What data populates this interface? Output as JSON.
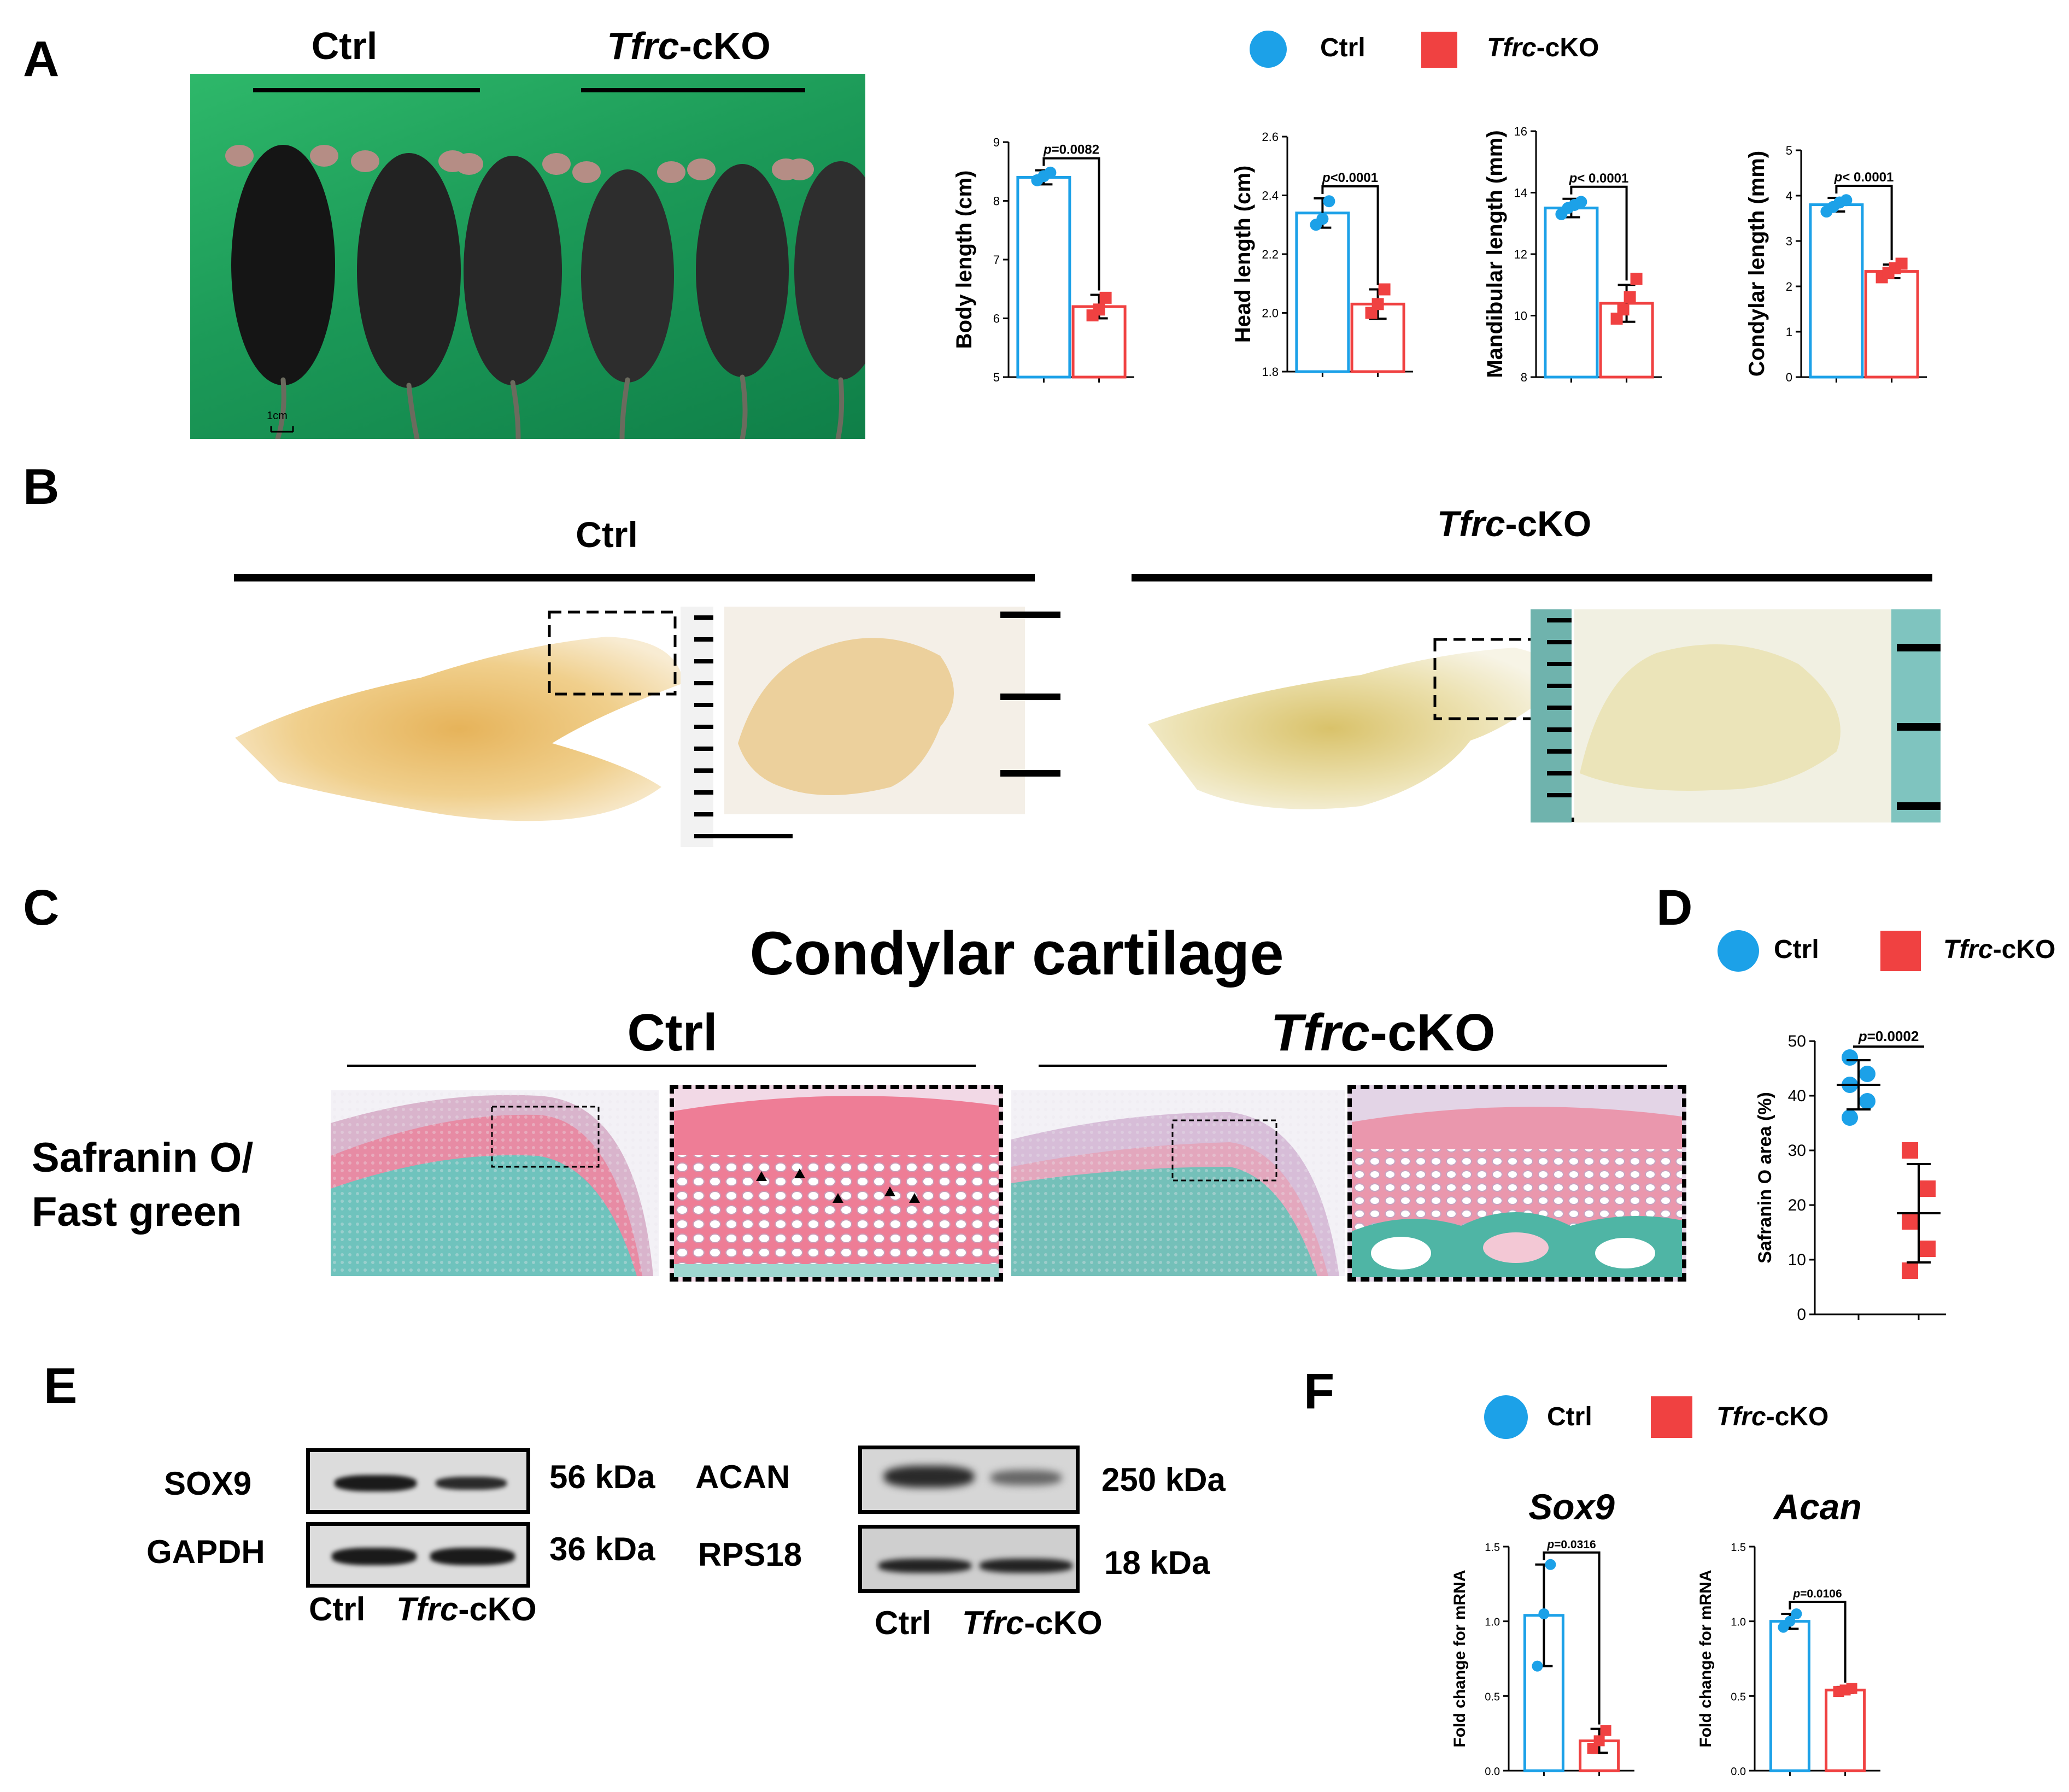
{
  "panels": {
    "a": "A",
    "b": "B",
    "c": "C",
    "d": "D",
    "e": "E",
    "f": "F"
  },
  "groups": {
    "ctrl": "Ctrl",
    "ko_italic": "Tfrc",
    "ko_suffix": "-cKO"
  },
  "colors": {
    "ctrl": "#1ca1e8",
    "ko": "#f04141"
  },
  "panel_a": {
    "scale_bar": "1cm",
    "charts": [
      {
        "type": "bar",
        "ylabel": "Body length (cm)",
        "ylim": [
          5,
          9
        ],
        "yticks": [
          "5",
          "6",
          "7",
          "8",
          "9"
        ],
        "categories": [
          "Ctrl",
          "Tfrc-cKO"
        ],
        "values": [
          8.4,
          6.2
        ],
        "errors": [
          0.12,
          0.2
        ],
        "points": [
          [
            8.35,
            8.42,
            8.48
          ],
          [
            6.05,
            6.15,
            6.35
          ]
        ],
        "p_italic": "p",
        "p_rest": "=0.0082"
      },
      {
        "type": "bar",
        "ylabel": "Head length (cm)",
        "ylim": [
          1.8,
          2.6
        ],
        "yticks": [
          "1.8",
          "2.0",
          "2.2",
          "2.4",
          "2.6"
        ],
        "categories": [
          "Ctrl",
          "Tfrc-cKO"
        ],
        "values": [
          2.34,
          2.03
        ],
        "errors": [
          0.05,
          0.05
        ],
        "points": [
          [
            2.3,
            2.32,
            2.38
          ],
          [
            2.0,
            2.03,
            2.08
          ]
        ],
        "p_italic": "p",
        "p_rest": "<0.0001"
      },
      {
        "type": "bar",
        "ylabel": "Mandibular length (mm)",
        "ylim": [
          8,
          16
        ],
        "yticks": [
          "8",
          "10",
          "12",
          "14",
          "16"
        ],
        "categories": [
          "Ctrl",
          "Tfrc-cKO"
        ],
        "values": [
          13.5,
          10.4
        ],
        "errors": [
          0.3,
          0.6
        ],
        "points": [
          [
            13.3,
            13.5,
            13.6,
            13.7
          ],
          [
            9.9,
            10.2,
            10.6,
            11.2
          ]
        ],
        "p_italic": "p",
        "p_rest": "< 0.0001"
      },
      {
        "type": "bar",
        "ylabel": "Condylar length (mm)",
        "ylim": [
          0,
          5
        ],
        "yticks": [
          "0",
          "1",
          "2",
          "3",
          "4",
          "5"
        ],
        "categories": [
          "Ctrl",
          "Tfrc-cKO"
        ],
        "values": [
          3.8,
          2.33
        ],
        "errors": [
          0.15,
          0.15
        ],
        "points": [
          [
            3.65,
            3.75,
            3.85,
            3.9
          ],
          [
            2.2,
            2.3,
            2.4,
            2.5
          ]
        ],
        "p_italic": "p",
        "p_rest": "< 0.0001"
      }
    ]
  },
  "panel_c": {
    "title": "Condylar cartilage",
    "stain_line1": "Safranin O/",
    "stain_line2": "Fast green"
  },
  "panel_d": {
    "type": "scatter",
    "ylabel": "Safranin O area (%)",
    "ylim": [
      0,
      50
    ],
    "yticks": [
      "0",
      "10",
      "20",
      "30",
      "40",
      "50"
    ],
    "categories": [
      "Ctrl",
      "Tfrc-cKO"
    ],
    "means": [
      42,
      18.5
    ],
    "sd": [
      4.5,
      9
    ],
    "points": [
      [
        36,
        39,
        42,
        44,
        47
      ],
      [
        8,
        12,
        17,
        23,
        30
      ]
    ],
    "p_italic": "p",
    "p_rest": "=0.0002"
  },
  "panel_e": {
    "left": {
      "rows": [
        {
          "protein": "SOX9",
          "kda": "56 kDa"
        },
        {
          "protein": "GAPDH",
          "kda": "36 kDa"
        }
      ]
    },
    "right": {
      "rows": [
        {
          "protein": "ACAN",
          "kda": "250 kDa"
        },
        {
          "protein": "RPS18",
          "kda": "18 kDa"
        }
      ]
    }
  },
  "panel_f": {
    "charts": [
      {
        "type": "bar",
        "title": "Sox9",
        "ylabel": "Fold change for mRNA",
        "ylim": [
          0,
          1.5
        ],
        "yticks": [
          "0.0",
          "0.5",
          "1.0",
          "1.5"
        ],
        "categories": [
          "Ctrl",
          "Tfrc-cKO"
        ],
        "values": [
          1.04,
          0.2
        ],
        "errors": [
          0.34,
          0.08
        ],
        "points": [
          [
            0.7,
            1.05,
            1.38
          ],
          [
            0.15,
            0.2,
            0.27
          ]
        ],
        "p_italic": "p",
        "p_rest": "=0.0316"
      },
      {
        "type": "bar",
        "title": "Acan",
        "ylabel": "Fold change for mRNA",
        "ylim": [
          0,
          1.5
        ],
        "yticks": [
          "0.0",
          "0.5",
          "1.0",
          "1.5"
        ],
        "categories": [
          "Ctrl",
          "Tfrc-cKO"
        ],
        "values": [
          1.0,
          0.54
        ],
        "errors": [
          0.05,
          0.02
        ],
        "points": [
          [
            0.96,
            1.0,
            1.05
          ],
          [
            0.53,
            0.54,
            0.55
          ]
        ],
        "p_italic": "p",
        "p_rest": "=0.0106"
      }
    ]
  }
}
